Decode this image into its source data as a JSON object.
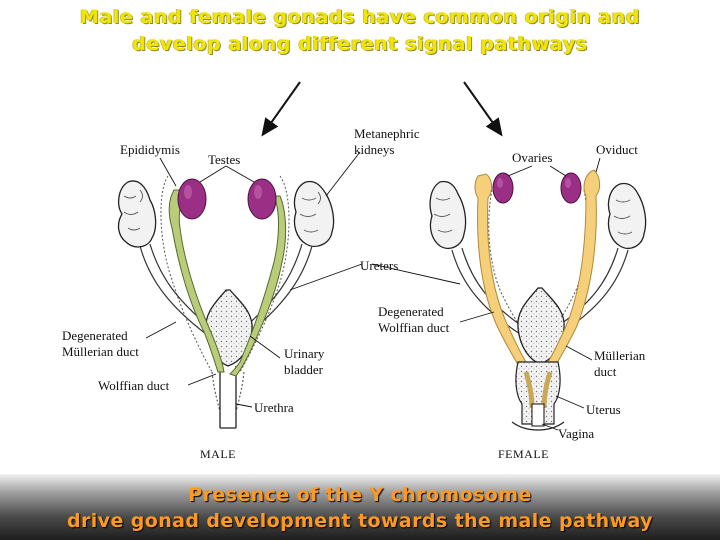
{
  "title": {
    "line1": "Male and female gonads have common  origin and",
    "line2": "develop along different signal pathways"
  },
  "labels": {
    "epididymis": "Epididymis",
    "testes": "Testes",
    "metanephric_1": "Metanephric",
    "metanephric_2": "kidneys",
    "ovaries": "Ovaries",
    "oviduct": "Oviduct",
    "ureters": "Ureters",
    "degen_mullerian_1": "Degenerated",
    "degen_mullerian_2": "Müllerian duct",
    "wolffian_duct": "Wolffian duct",
    "urinary_1": "Urinary",
    "urinary_2": "bladder",
    "urethra": "Urethra",
    "male": "MALE",
    "degen_wolffian_1": "Degenerated",
    "degen_wolffian_2": "Wolffian duct",
    "mullerian_1": "Müllerian",
    "mullerian_2": "duct",
    "uterus": "Uterus",
    "vagina": "Vagina",
    "female": "FEMALE"
  },
  "bottom": {
    "line1": "Presence of the Y chromosome",
    "line2": "drive gonad development towards the male pathway"
  },
  "colors": {
    "title_yellow": "#f2e600",
    "male_duct_green": "#b9cc7a",
    "female_duct_yellow": "#f5cf7a",
    "gonad_purple": "#9b2f86",
    "bottom_text_orange": "#ff9a1e"
  }
}
